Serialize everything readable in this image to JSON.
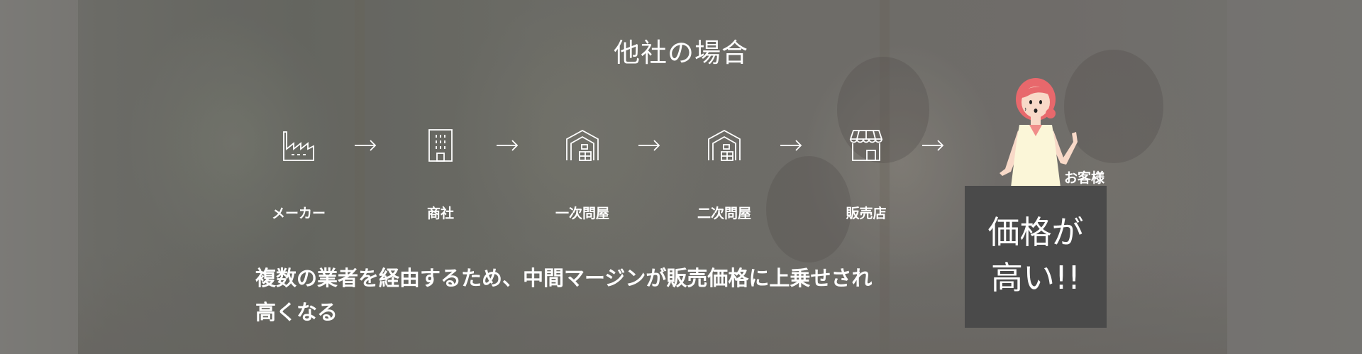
{
  "heading": "他社の場合",
  "flow": [
    {
      "label": "メーカー",
      "icon": "factory-icon"
    },
    {
      "label": "商社",
      "icon": "office-building-icon"
    },
    {
      "label": "一次問屋",
      "icon": "warehouse-icon"
    },
    {
      "label": "二次問屋",
      "icon": "warehouse-icon"
    },
    {
      "label": "販売店",
      "icon": "storefront-icon"
    }
  ],
  "arrow_icon": "right-arrow-icon",
  "customer": {
    "label": "お客様",
    "icon": "woman-customer-illustration"
  },
  "price_box": {
    "line1": "価格が",
    "line2": "高い!!",
    "background": "#4a4a4a"
  },
  "message": {
    "line1": "複数の業者を経由するため、中間マージンが販売価格に上乗せされ",
    "line2": "高くなる"
  },
  "colors": {
    "text": "#ffffff",
    "hair": "#e8686c",
    "dress": "#fbf6d8",
    "skin": "#f8d9c8"
  }
}
